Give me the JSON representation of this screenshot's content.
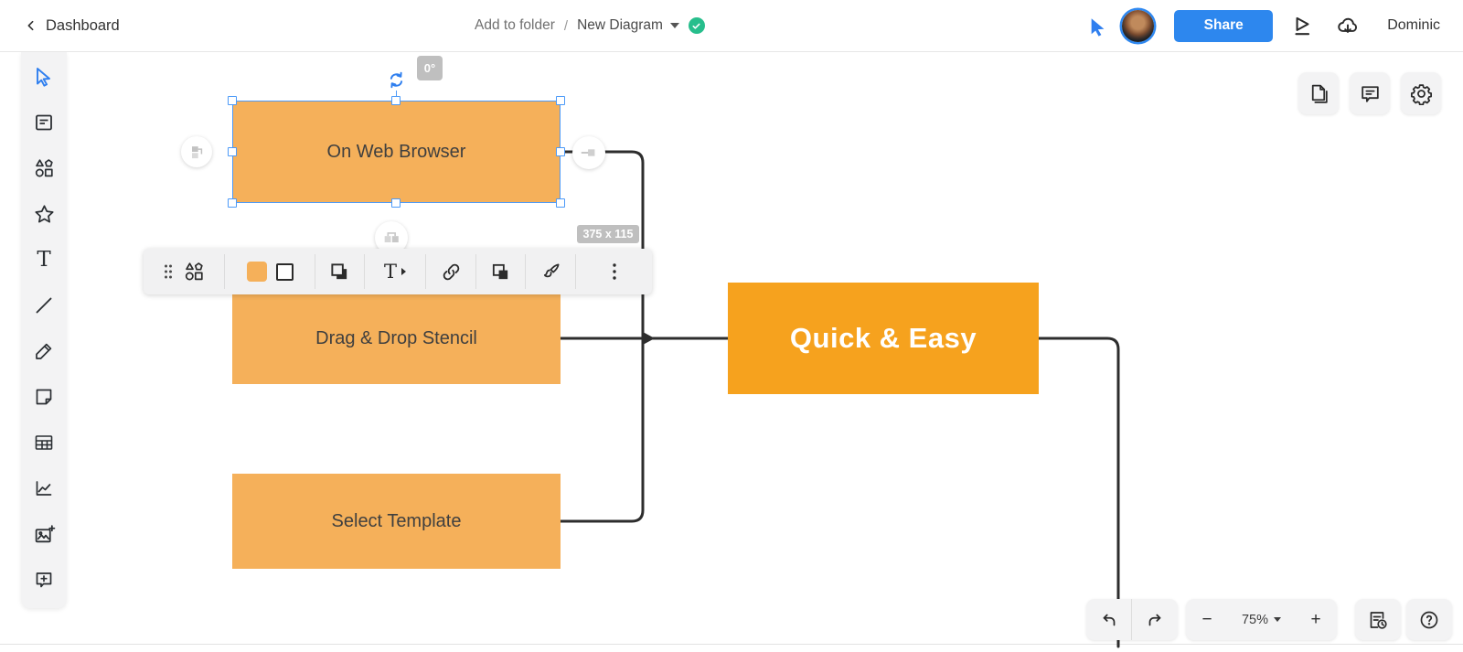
{
  "header": {
    "back_label": "Dashboard",
    "folder_action": "Add to folder",
    "breadcrumb_separator": "/",
    "document_title": "New Diagram",
    "saved_status_icon": "green-check",
    "share_label": "Share",
    "user_name": "Dominic"
  },
  "sidebar": {
    "tools": [
      "select",
      "notes-panel",
      "shapes",
      "favorites",
      "text",
      "line",
      "draw",
      "sticky-note",
      "table",
      "chart",
      "insert-image",
      "add-comment"
    ],
    "active_tool": "select",
    "text_tool_glyph": "T"
  },
  "canvas": {
    "nodes": [
      {
        "label": "On Web Browser",
        "fill": "#F5B05A",
        "selected": true
      },
      {
        "label": "Drag & Drop Stencil",
        "fill": "#F5B05A",
        "selected": false
      },
      {
        "label": "Select Template",
        "fill": "#F5B05A",
        "selected": false
      },
      {
        "label": "Quick & Easy",
        "fill": "#F6A21E",
        "selected": false
      }
    ],
    "selection": {
      "rotation_badge": "0°",
      "size_badge": "375 x 115"
    },
    "connector_color": "#2d2d2d",
    "selection_color": "#4C9AF8"
  },
  "context_toolbar": {
    "tools": [
      "drag-handle",
      "change-shape",
      "fill-color",
      "border-style",
      "shadow-style",
      "text-style",
      "add-link",
      "copy-style",
      "format-painter",
      "more-options"
    ],
    "fill_color": "#F5B05A",
    "text_glyph": "T"
  },
  "page_tools": [
    "pages",
    "comments",
    "settings"
  ],
  "bottom_controls": {
    "undo": "undo",
    "redo": "redo",
    "zoom_out_sign": "−",
    "zoom_level": "75%",
    "zoom_in_sign": "+",
    "history": "version-history",
    "help": "help"
  },
  "colors": {
    "accent_blue": "#2D87EE",
    "saved_green": "#27BE8C",
    "node_orange_light": "#F5B05A",
    "node_orange_dark": "#F6A21E"
  }
}
